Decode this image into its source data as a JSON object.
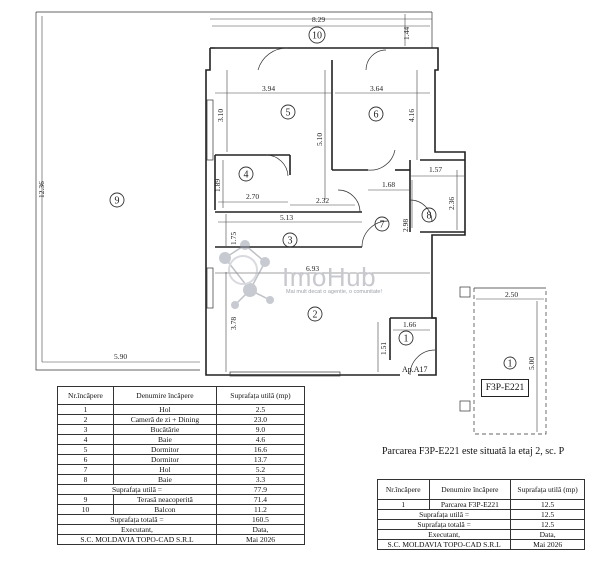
{
  "plan": {
    "dimensions": {
      "overall_width": "8.29",
      "overall_depth": "12.36",
      "top_gap": "1.44",
      "room5_width": "3.94",
      "room6_width": "3.64",
      "room5_height": "3.10",
      "room5_depth": "5.10",
      "room6_depth": "4.16",
      "room4_height": "1.89",
      "room4_width": "2.70",
      "corridor_width": "2.32",
      "hall_width": "1.68",
      "room8_width": "1.57",
      "room8_depth": "2.36",
      "room7_depth": "2.98",
      "kitchen_width": "5.13",
      "kitchen_depth": "1.75",
      "living_width": "6.93",
      "living_depth": "3.78",
      "entry_width": "1.66",
      "entry_depth": "1.51",
      "terrace_width": "5.90"
    },
    "room_numbers": {
      "r1": "1",
      "r2": "2",
      "r3": "3",
      "r4": "4",
      "r5": "5",
      "r6": "6",
      "r7": "7",
      "r8": "8",
      "r9": "9",
      "r10": "10"
    },
    "apartment_label": "Ap.A17"
  },
  "parking": {
    "width": "2.50",
    "depth": "5.00",
    "number": "1",
    "label": "F3P-E221",
    "caption": "Parcarea F3P-E221 este situată la etaj 2, sc. P"
  },
  "watermark": {
    "name": "ImoHub",
    "tagline": "Mai mult decat o agentie, o comunitate!"
  },
  "rooms_table": {
    "headers": [
      "Nr.încăpere",
      "Denumire încăpere",
      "Suprafața utilă (mp)"
    ],
    "rows": [
      [
        "1",
        "Hol",
        "2.5"
      ],
      [
        "2",
        "Cameră de zi + Dining",
        "23.0"
      ],
      [
        "3",
        "Bucătărie",
        "9.0"
      ],
      [
        "4",
        "Baie",
        "4.6"
      ],
      [
        "5",
        "Dormitor",
        "16.6"
      ],
      [
        "6",
        "Dormitor",
        "13.7"
      ],
      [
        "7",
        "Hol",
        "5.2"
      ],
      [
        "8",
        "Baie",
        "3.3"
      ]
    ],
    "useful_label": "Suprafața utilă =",
    "useful_value": "77.9",
    "extra_rows": [
      [
        "9",
        "Terasă neacoperită",
        "71.4"
      ],
      [
        "10",
        "Balcon",
        "11.2"
      ]
    ],
    "total_label": "Suprafața totală =",
    "total_value": "160.5",
    "executant_label": "Executant,",
    "date_label": "Data,",
    "company": "S.C. MOLDAVIA TOPO-CAD S.R.L",
    "date_value": "Mai 2026"
  },
  "parking_table": {
    "headers": [
      "Nr.încăpere",
      "Denumire încăpere",
      "Suprafața utilă (mp)"
    ],
    "rows": [
      [
        "1",
        "Parcarea F3P-E221",
        "12.5"
      ]
    ],
    "useful_label": "Suprafața utilă =",
    "useful_value": "12.5",
    "total_label": "Suprafața totală =",
    "total_value": "12.5",
    "executant_label": "Executant,",
    "date_label": "Data,",
    "company": "S.C. MOLDAVIA TOPO-CAD S.R.L",
    "date_value": "Mai 2026"
  }
}
